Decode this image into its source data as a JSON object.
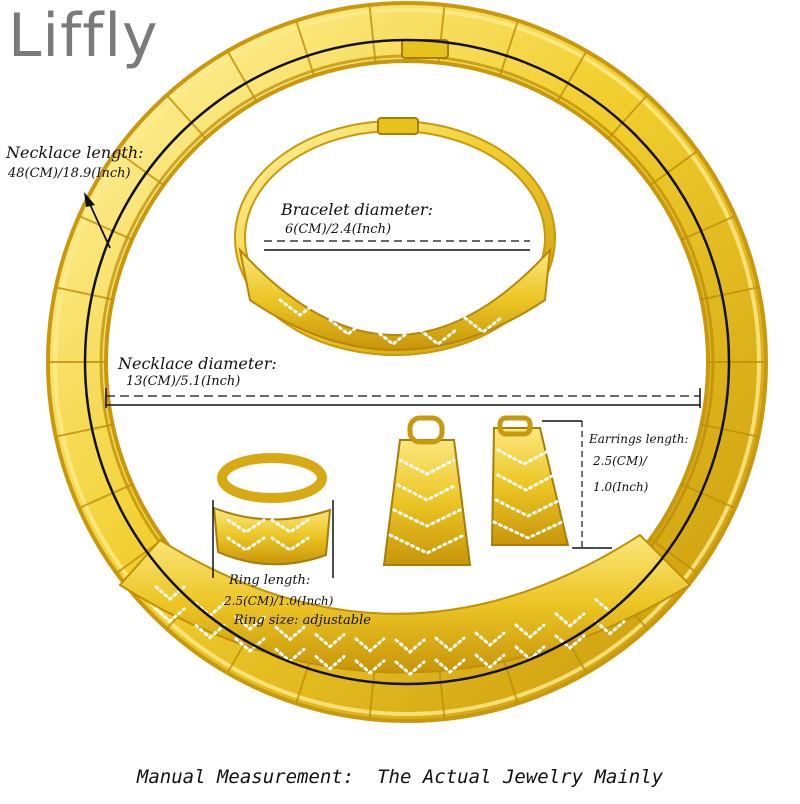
{
  "brand": {
    "logo_text": "Liffly"
  },
  "labels": {
    "necklace_length_title": "Necklace length:",
    "necklace_length_value": "48(CM)/18.9(Inch)",
    "bracelet_diameter_title": "Bracelet diameter:",
    "bracelet_diameter_value": "6(CM)/2.4(Inch)",
    "necklace_diameter_title": "Necklace diameter:",
    "necklace_diameter_value": "13(CM)/5.1(Inch)",
    "earrings_length_title": "Earrings length:",
    "earrings_length_value_1": "2.5(CM)/",
    "earrings_length_value_2": "1.0(Inch)",
    "ring_length_title": "Ring length:",
    "ring_length_value": "2.5(CM)/1.0(Inch)",
    "ring_size": "Ring size: adjustable"
  },
  "footer": {
    "note": "Manual Measurement:  The Actual Jewelry Mainly"
  },
  "colors": {
    "gold_light": "#f7e27a",
    "gold": "#e8c21f",
    "gold_dark": "#b8860b",
    "line": "#111111",
    "logo": "#7a7a7a"
  }
}
